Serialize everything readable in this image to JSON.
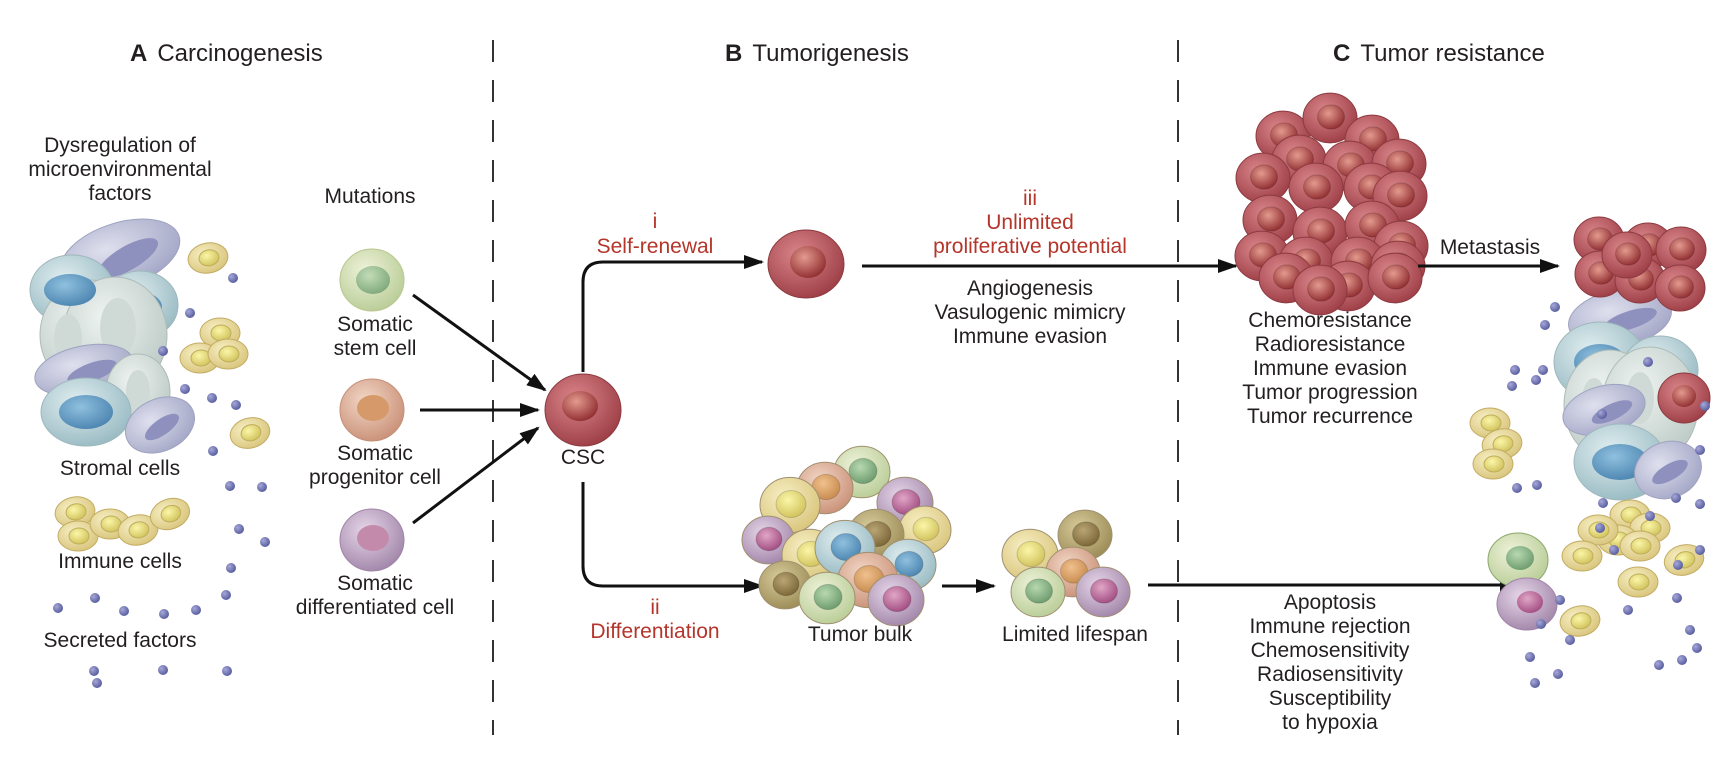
{
  "panels": [
    {
      "letter": "A",
      "title": "Carcinogenesis"
    },
    {
      "letter": "B",
      "title": "Tumorigenesis"
    },
    {
      "letter": "C",
      "title": "Tumor resistance"
    }
  ],
  "carcinogenesis": {
    "microenv_label": "Dysregulation of\nmicroenvironmental\nfactors",
    "stromal_label": "Stromal cells",
    "immune_label": "Immune cells",
    "secreted_label": "Secreted factors",
    "mutations_label": "Mutations",
    "stem_label": "Somatic\nstem cell",
    "progenitor_label": "Somatic\nprogenitor cell",
    "differentiated_label": "Somatic\ndifferentiated cell"
  },
  "tumorigenesis": {
    "csc_label": "CSC",
    "self_renewal": {
      "numeral": "i",
      "label": "Self-renewal"
    },
    "differentiation": {
      "numeral": "ii",
      "label": "Differentiation"
    },
    "proliferative": {
      "numeral": "iii",
      "label1": "Unlimited",
      "label2": "proliferative potential"
    },
    "upper_properties": "Angiogenesis\nVasulogenic mimicry\nImmune evasion",
    "tumor_bulk_label": "Tumor bulk",
    "limited_lifespan_label": "Limited lifespan"
  },
  "resistance": {
    "upper_properties": "Chemoresistance\nRadioresistance\nImmune evasion\nTumor progression\nTumor recurrence",
    "metastasis_label": "Metastasis",
    "lower_properties": "Apoptosis\nImmune rejection\nChemosensitivity\nRadiosensitivity\nSusceptibility\nto hypoxia"
  },
  "colors": {
    "csc_red": "#a8434a",
    "label_red": "#b5352b",
    "stem_green": "#c9d9a8",
    "progenitor_orange": "#d9a27e",
    "differentiated_purple": "#b497b8",
    "immune_yellow": "#e9d98a",
    "secreted_dot": "#6c6fae",
    "stromal_blue": "#a9c6cf"
  }
}
